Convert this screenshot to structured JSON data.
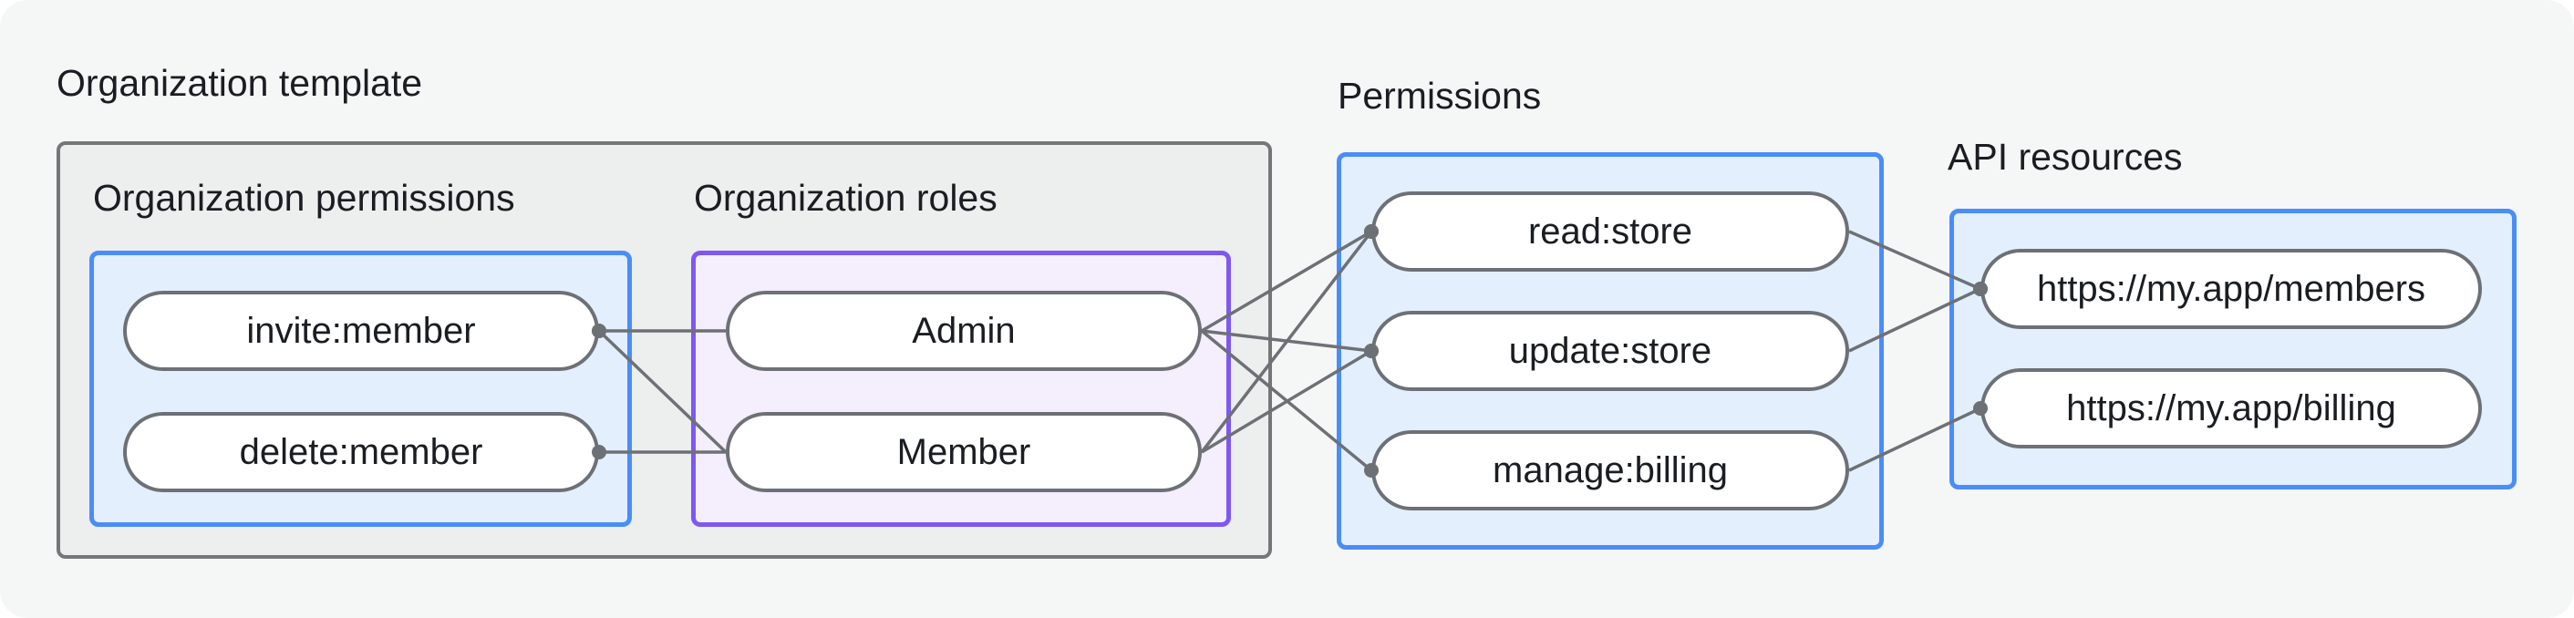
{
  "diagram_title": "Organization template",
  "colors": {
    "canvas_bg": "#f5f6f6",
    "template_box_bg": "#edeeee",
    "template_box_border": "#74777a",
    "blue_box_bg": "#e3effd",
    "blue_box_border": "#4a8df8",
    "purple_box_bg": "#f4eefd",
    "purple_box_border": "#7d58f3",
    "pill_bg": "#ffffff",
    "pill_border": "#6d7175",
    "connector": "#6d7175",
    "text": "#1a1d21"
  },
  "sections": {
    "org_template": {
      "label": "Organization template"
    },
    "org_permissions": {
      "label": "Organization permissions",
      "items": [
        {
          "id": "invite_member",
          "label": "invite:member"
        },
        {
          "id": "delete_member",
          "label": "delete:member"
        }
      ]
    },
    "org_roles": {
      "label": "Organization roles",
      "items": [
        {
          "id": "admin",
          "label": "Admin"
        },
        {
          "id": "member",
          "label": "Member"
        }
      ]
    },
    "permissions": {
      "label": "Permissions",
      "items": [
        {
          "id": "read_store",
          "label": "read:store"
        },
        {
          "id": "update_store",
          "label": "update:store"
        },
        {
          "id": "manage_billing",
          "label": "manage:billing"
        }
      ]
    },
    "api_resources": {
      "label": "API resources",
      "items": [
        {
          "id": "members_api",
          "label": "https://my.app/members"
        },
        {
          "id": "billing_api",
          "label": "https://my.app/billing"
        }
      ]
    }
  },
  "edges": [
    {
      "from": "invite_member",
      "to": "admin",
      "dot": "from"
    },
    {
      "from": "invite_member",
      "to": "member",
      "dot": "from"
    },
    {
      "from": "delete_member",
      "to": "member",
      "dot": "from"
    },
    {
      "from": "admin",
      "to": "read_store",
      "dot": "to"
    },
    {
      "from": "admin",
      "to": "update_store",
      "dot": "to"
    },
    {
      "from": "admin",
      "to": "manage_billing",
      "dot": "to"
    },
    {
      "from": "member",
      "to": "read_store",
      "dot": "to"
    },
    {
      "from": "member",
      "to": "update_store",
      "dot": "to"
    },
    {
      "from": "read_store",
      "to": "members_api",
      "dot": "to"
    },
    {
      "from": "update_store",
      "to": "members_api",
      "dot": "to"
    },
    {
      "from": "manage_billing",
      "to": "billing_api",
      "dot": "to"
    }
  ],
  "edge_style": {
    "line_width": 3.5,
    "dot_radius": 8
  }
}
